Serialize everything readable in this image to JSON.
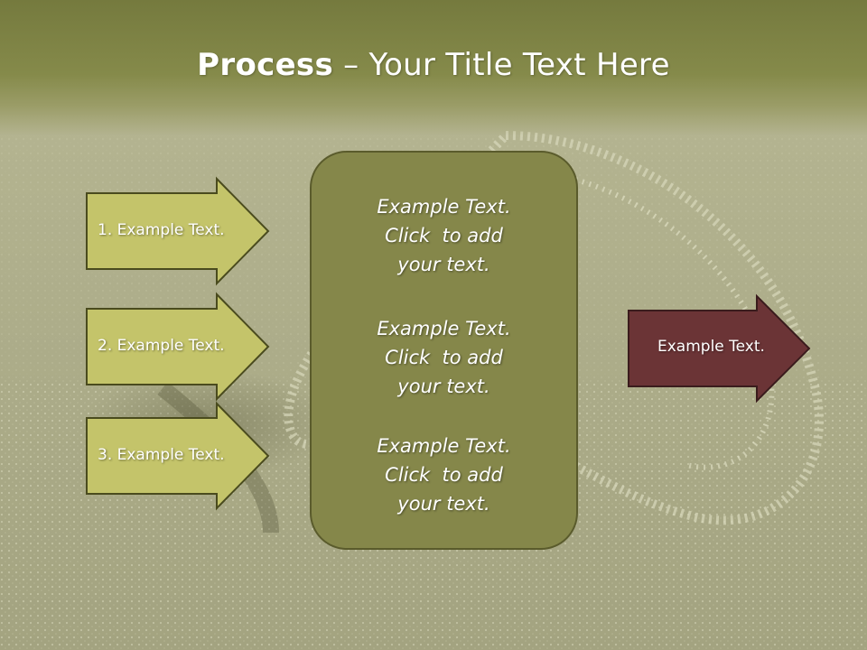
{
  "slide": {
    "title_bold": "Process",
    "title_rest": " – Your Title Text Here"
  },
  "left_arrows": [
    {
      "label": "1. Example Text."
    },
    {
      "label": "2. Example Text."
    },
    {
      "label": "3. Example Text."
    }
  ],
  "center_box": {
    "blocks": [
      {
        "lines": [
          "Example Text.",
          "Click  to add",
          "your text."
        ]
      },
      {
        "lines": [
          "Example Text.",
          "Click  to add",
          "your text."
        ]
      },
      {
        "lines": [
          "Example Text.",
          "Click  to add",
          "your text."
        ]
      }
    ]
  },
  "right_arrow": {
    "label": "Example Text."
  },
  "colors": {
    "left_arrow_fill": "#c4c46a",
    "left_arrow_stroke": "#4a4b1e",
    "center_fill": "#85874a",
    "center_stroke": "#5a5b2c",
    "right_arrow_fill": "#6b3436",
    "right_arrow_stroke": "#3a1c1d"
  }
}
